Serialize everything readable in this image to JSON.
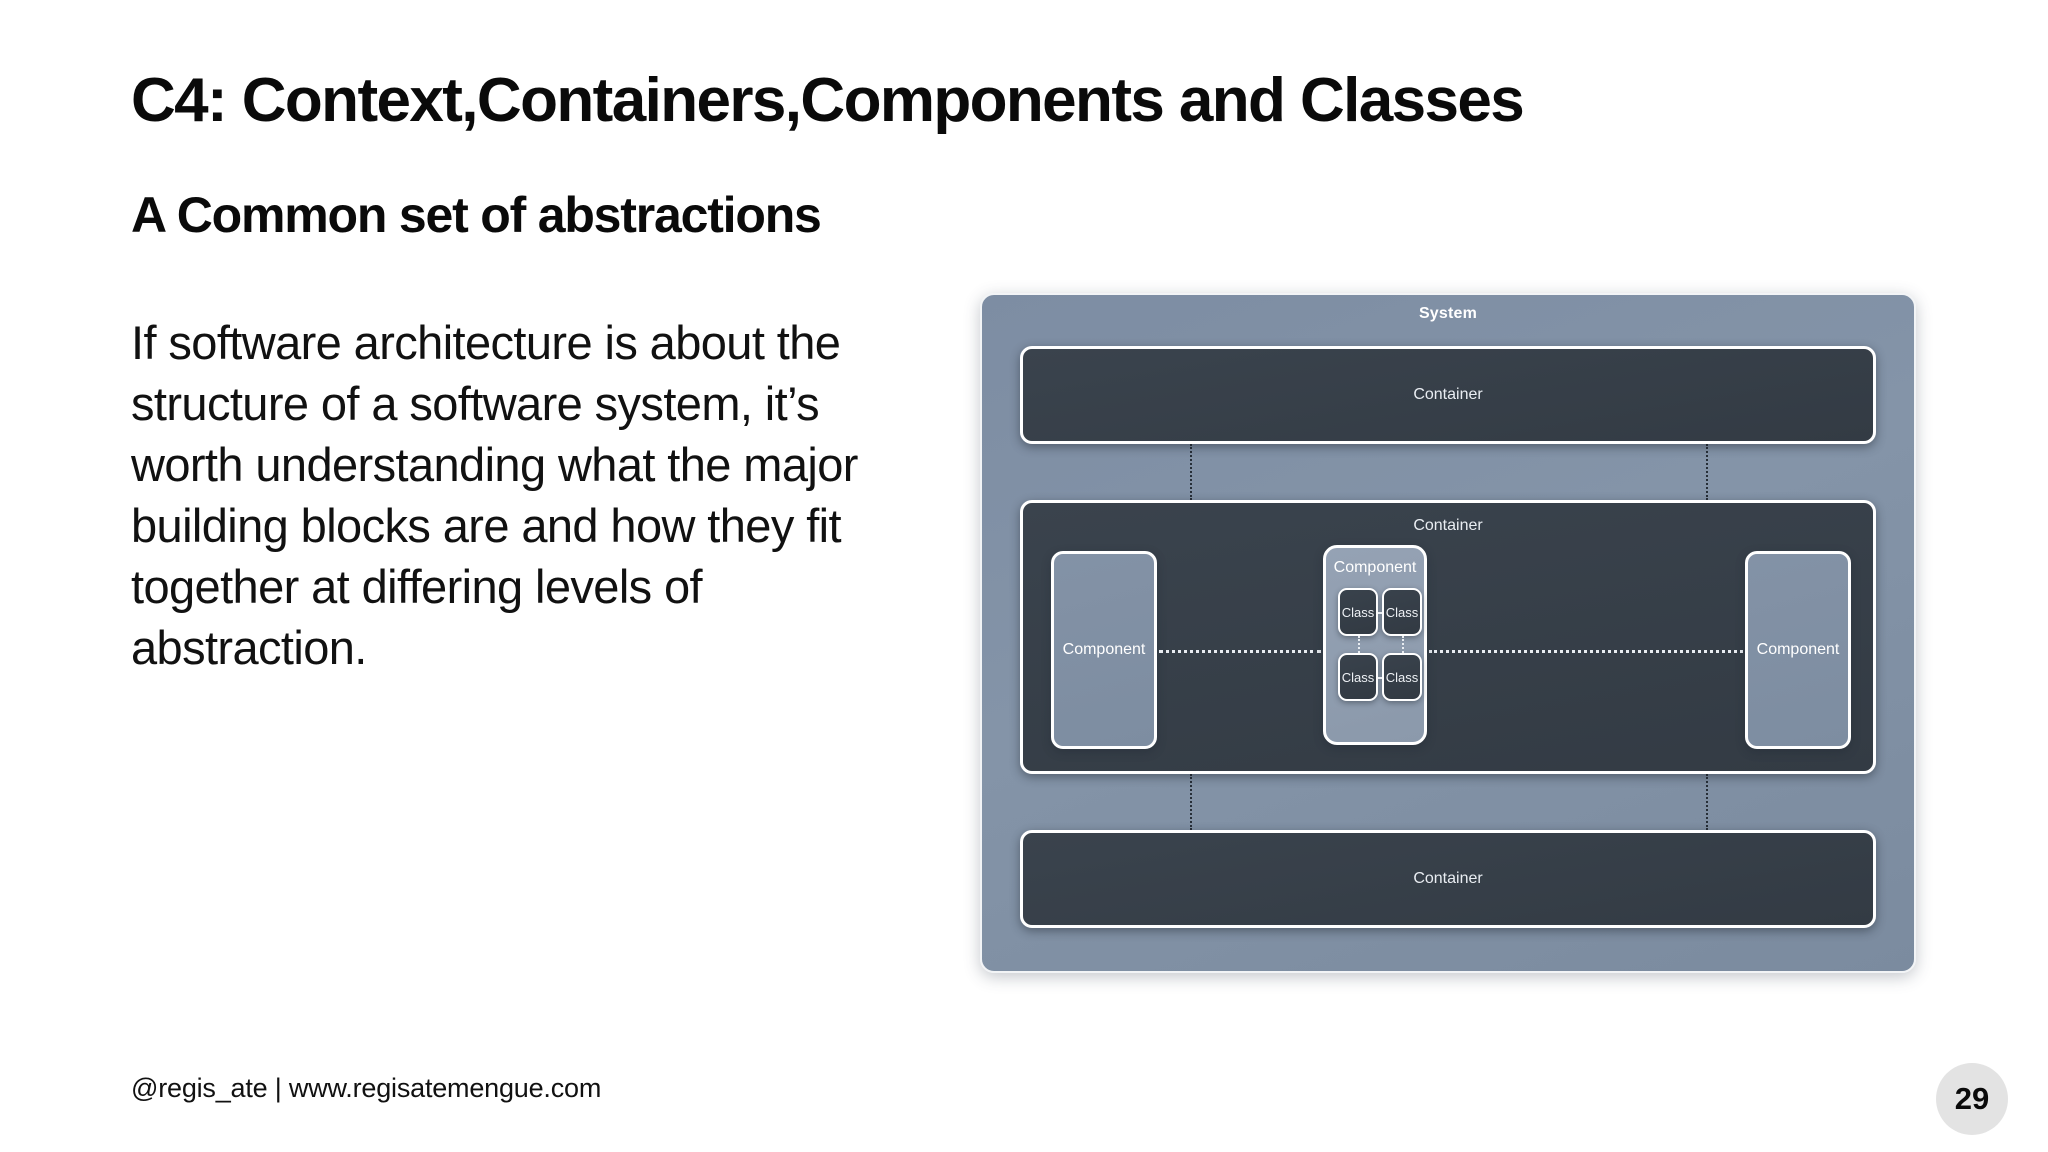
{
  "slide": {
    "title": "C4: Context,Containers,Components and Classes",
    "subtitle": "A Common set of abstractions",
    "body": "If software architecture is about the structure of a software system, it’s worth understanding what the major building blocks are and how they fit together at differing levels of abstraction.",
    "footer": "@regis_ate | www.regisatemengue.com",
    "page_number": "29"
  },
  "diagram": {
    "system_label": "System",
    "container_top_label": "Container",
    "container_mid_label": "Container",
    "container_bottom_label": "Container",
    "component_left_label": "Component",
    "component_center_label": "Component",
    "component_right_label": "Component",
    "class_tl_label": "Class",
    "class_tr_label": "Class",
    "class_bl_label": "Class",
    "class_br_label": "Class"
  },
  "colors": {
    "system_bg": "#7d8da3",
    "container_bg": "#39424c",
    "component_bg": "#8392a6",
    "component_center_bg": "#95a2b4",
    "class_bg": "#39424c",
    "border": "#ffffff",
    "text_dark": "#0a0a0a",
    "badge_bg": "#e3e3e3",
    "page_bg": "#ffffff"
  }
}
